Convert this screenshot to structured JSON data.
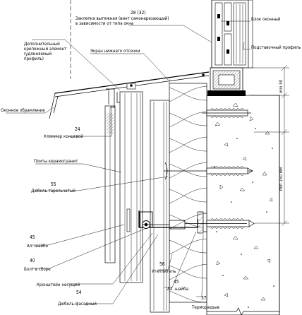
{
  "labels": {
    "window_frame": "Блок оконный",
    "rivet_size": "28 (32)",
    "rivet_desc_1": "Заклепка вытяжная (винт самонарезающий)",
    "rivet_desc_2": "в зависимости от типа окна",
    "sill_profile": "Подставочный профиль",
    "extra_fastener_1": "Дополнительный",
    "extra_fastener_2": "крепежный элемент",
    "extra_fastener_3": "(удлиняемый",
    "extra_fastener_4": "профиль)",
    "lower_screen": "Экран нижнего отсечки",
    "window_trim": "Оконное обрамление",
    "end_clip_num": "24",
    "end_clip": "Кляммер концевой",
    "ceramic_plates": "Плиты керамогранит",
    "disc_dowel_num": "55",
    "disc_dowel": "Дюбель тарельчатый",
    "washer_num_left": "45",
    "washer_left": "Ал. шайба",
    "bolt_num": "40",
    "bolt": "Болт в сборе",
    "bracket": "Кронштейн несущий",
    "facade_dowel_num": "54",
    "facade_dowel": "Дюбель-фасадный",
    "insulation_num": "56",
    "insulation": "Утеплитель",
    "washer_num_right": "45",
    "washer_right": "Ал. шайба",
    "thermal_break_num": "37",
    "thermal_break": "Терморазрыв",
    "dim_50": "min 50",
    "dim_150": "min 150 мм"
  }
}
